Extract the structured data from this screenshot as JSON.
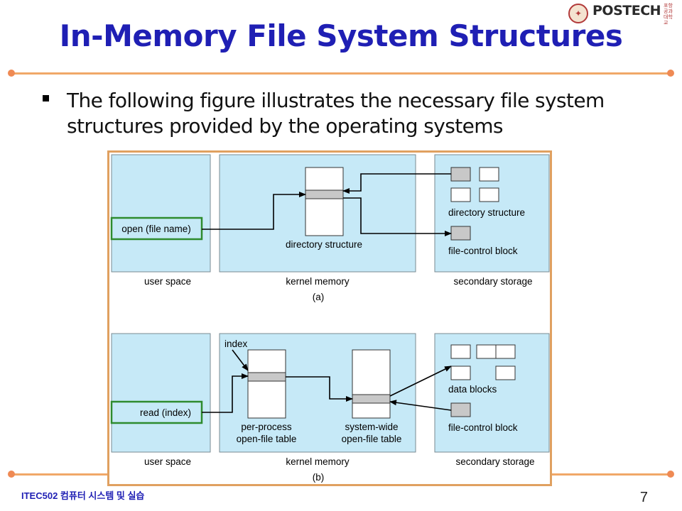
{
  "slide": {
    "title": "In-Memory File System Structures",
    "bullet": "The following figure illustrates the necessary file system structures provided by the operating systems",
    "footer_course": "ITEC502 컴퓨터 시스템 및 실습",
    "page_number": "7",
    "logo_text": "POSTECH",
    "logo_sub": "포항공과대학교"
  },
  "colors": {
    "title": "#1f1fb4",
    "rule": "#f0a868",
    "panel": "#c6e9f7",
    "highlight": "#2e8b2e",
    "frame": "#e0a060"
  },
  "figure_a": {
    "user_space": "user space",
    "kernel_memory": "kernel memory",
    "secondary_storage": "secondary storage",
    "caption": "(a)",
    "open_call": "open (file name)",
    "kernel_dir": "directory structure",
    "storage_dir": "directory structure",
    "fcb": "file-control block"
  },
  "figure_b": {
    "user_space": "user space",
    "kernel_memory": "kernel memory",
    "secondary_storage": "secondary storage",
    "caption": "(b)",
    "read_call": "read (index)",
    "index_label": "index",
    "per_process_1": "per-process",
    "per_process_2": "open-file table",
    "system_wide_1": "system-wide",
    "system_wide_2": "open-file table",
    "data_blocks": "data blocks",
    "fcb": "file-control block"
  }
}
